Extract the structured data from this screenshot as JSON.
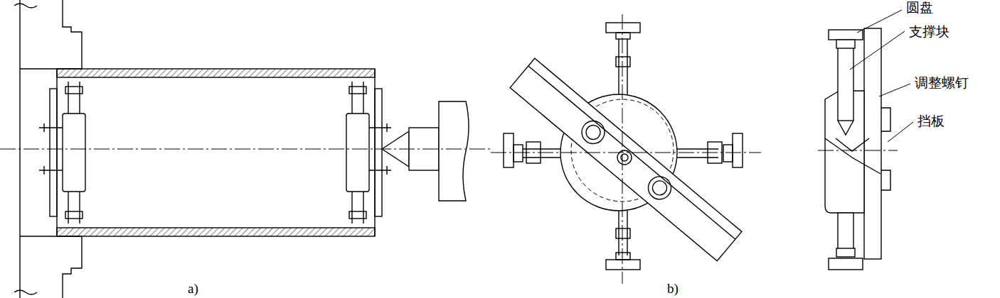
{
  "diagram": {
    "labels": [
      "圆盘",
      "支撑块",
      "调整螺钉",
      "挡板",
      "a)",
      "b)"
    ]
  }
}
